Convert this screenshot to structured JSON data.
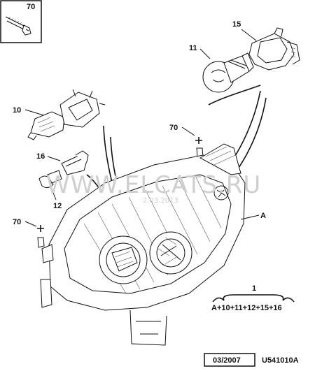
{
  "parts": [
    {
      "ref": "70",
      "role": "inset-screw"
    },
    {
      "ref": "15",
      "role": "bulb-holder"
    },
    {
      "ref": "11",
      "role": "bulb-round"
    },
    {
      "ref": "10",
      "role": "bulb-h4"
    },
    {
      "ref": "70",
      "role": "screw-upper"
    },
    {
      "ref": "16",
      "role": "bulb-side"
    },
    {
      "ref": "12",
      "role": "bulb-small"
    },
    {
      "ref": "70",
      "role": "screw-left"
    },
    {
      "ref": "A",
      "role": "headlamp-assembly"
    }
  ],
  "kit": {
    "ref": "1",
    "formula": "A+10+11+12+15+16"
  },
  "footer": {
    "date_code": "03/2007",
    "drawing_code": "U541010A"
  },
  "watermark": {
    "site": "WWW.ELCATS.RU",
    "date": "2.03.2013"
  }
}
